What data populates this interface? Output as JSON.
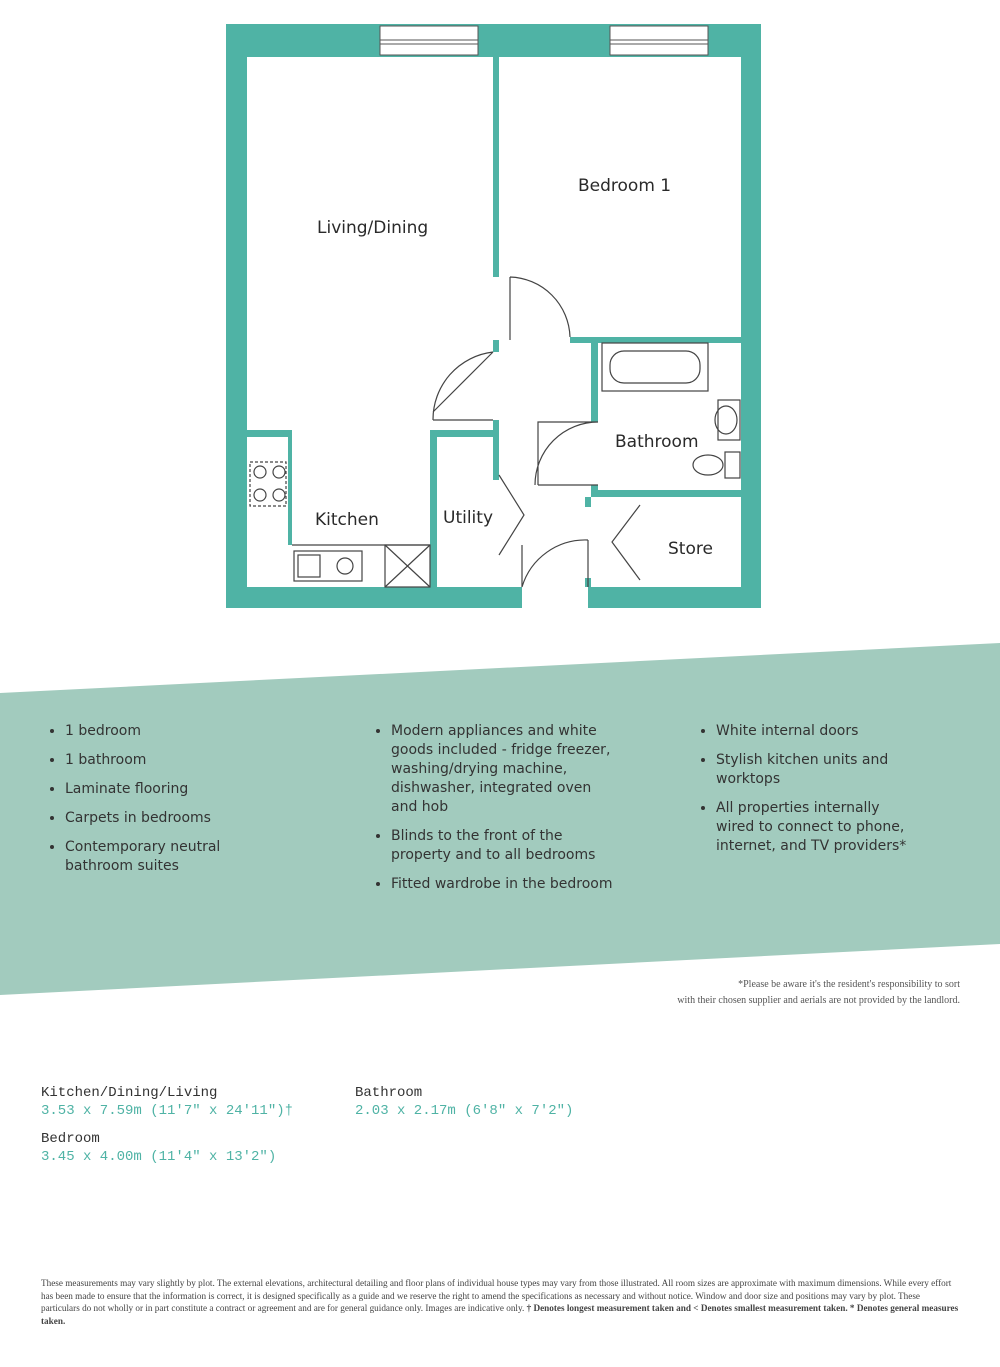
{
  "colors": {
    "wall": "#4fb3a5",
    "band": "#a2cbbe",
    "accent": "#4fb3a5"
  },
  "rooms": {
    "living": "Living/Dining",
    "bedroom": "Bedroom 1",
    "bathroom": "Bathroom",
    "kitchen": "Kitchen",
    "utility": "Utility",
    "store": "Store"
  },
  "features": {
    "col1": [
      "1 bedroom",
      "1 bathroom",
      "Laminate flooring",
      "Carpets in bedrooms",
      "Contemporary neutral bathroom suites"
    ],
    "col2": [
      "Modern appliances and white goods included - fridge freezer, washing/drying machine, dishwasher, integrated oven and hob",
      "Blinds to the front of the property and to all bedrooms",
      "Fitted wardrobe in the bedroom"
    ],
    "col3": [
      "White internal doors",
      "Stylish kitchen units and worktops",
      "All properties internally wired to connect to phone, internet, and TV providers*"
    ]
  },
  "note": {
    "line1": "*Please be aware it's the resident's responsibility to sort",
    "line2": "with their chosen supplier and aerials are not provided by the landlord."
  },
  "measurements": [
    {
      "title": "Kitchen/Dining/Living",
      "value": "3.53 x 7.59m (11'7\" x 24'11\")†"
    },
    {
      "title": "Bathroom",
      "value": "2.03 x 2.17m (6'8\" x 7'2\")"
    },
    {
      "title": "Bedroom",
      "value": "3.45 x 4.00m (11'4\" x 13'2\")"
    }
  ],
  "disclaimer": {
    "text": "These measurements may vary slightly by plot. The external elevations, architectural detailing and floor plans of individual house types may vary from those illustrated. All room sizes are approximate with maximum dimensions. While every effort has been made to ensure that the information is correct, it is designed specifically as a guide and we reserve the right to amend the specifications as necessary and without notice. Window and door size and positions may vary by plot. These particulars do not wholly or in part constitute a contract or agreement and are for general guidance only. Images are indicative only. ",
    "bold": "† Denotes longest measurement taken and < Denotes smallest measurement taken. * Denotes general measures taken."
  }
}
